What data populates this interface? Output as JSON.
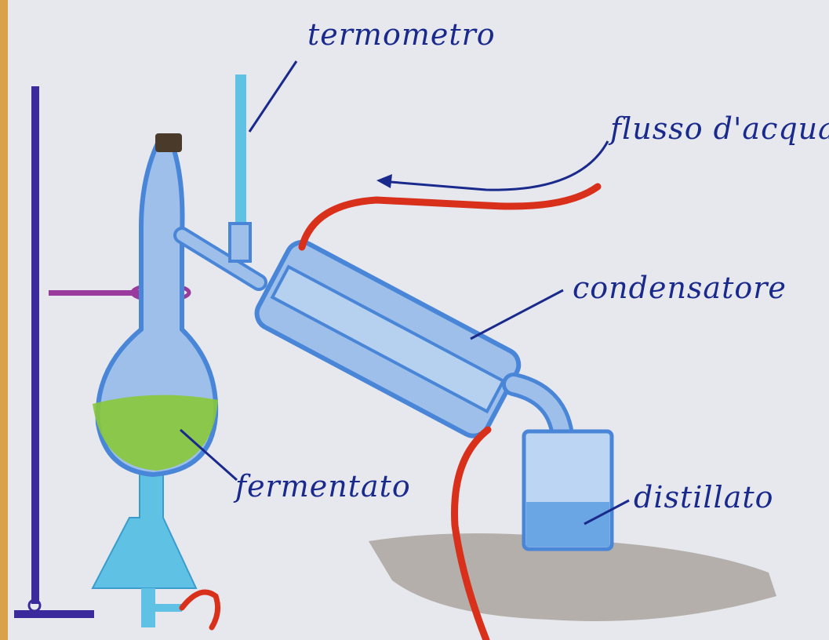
{
  "labels": {
    "thermometer": "termometro",
    "water_flow": "flusso d'acqua",
    "condenser": "condensatore",
    "ferment": "fermentato",
    "distillate": "distillato"
  },
  "colors": {
    "paper": "#e6e8ee",
    "ink": "#1a2a8c",
    "glass": "#4a86d8",
    "glass_fill": "#9dbfea",
    "liquid": "#88c83a",
    "tube": "#d9301c",
    "stand": "#3a2a9c",
    "clamp": "#9a3a9c",
    "burner": "#5fc2e4",
    "shadow": "#8a7f72"
  }
}
